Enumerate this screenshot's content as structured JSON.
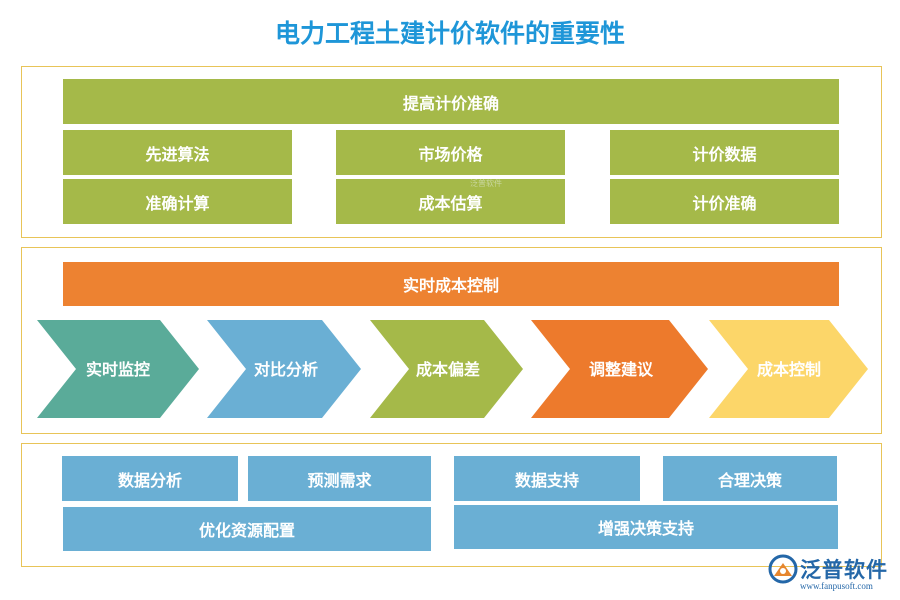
{
  "title": "电力工程土建计价软件的重要性",
  "section1": {
    "header": "提高计价准确",
    "cells": [
      "先进算法",
      "市场价格",
      "计价数据",
      "准确计算",
      "成本估算",
      "计价准确"
    ],
    "watermark": "泛普软件"
  },
  "section2": {
    "header": "实时成本控制",
    "steps": [
      {
        "label": "实时监控",
        "color": "#5aab99"
      },
      {
        "label": "对比分析",
        "color": "#6aafd4"
      },
      {
        "label": "成本偏差",
        "color": "#a5b949"
      },
      {
        "label": "调整建议",
        "color": "#ed7a2c"
      },
      {
        "label": "成本控制",
        "color": "#fcd669"
      }
    ]
  },
  "section3": {
    "cells": [
      "数据分析",
      "预测需求",
      "数据支持",
      "合理决策",
      "优化资源配置",
      "增强决策支持"
    ]
  },
  "logo": {
    "name": "泛普软件",
    "url": "www.fanpusoft.com",
    "icon": "fanpu-logo-icon"
  },
  "colors": {
    "title": "#1e96d8",
    "green": "#a5b949",
    "orange": "#ed8231",
    "blue": "#6aafd4",
    "border": "#e8c458"
  }
}
